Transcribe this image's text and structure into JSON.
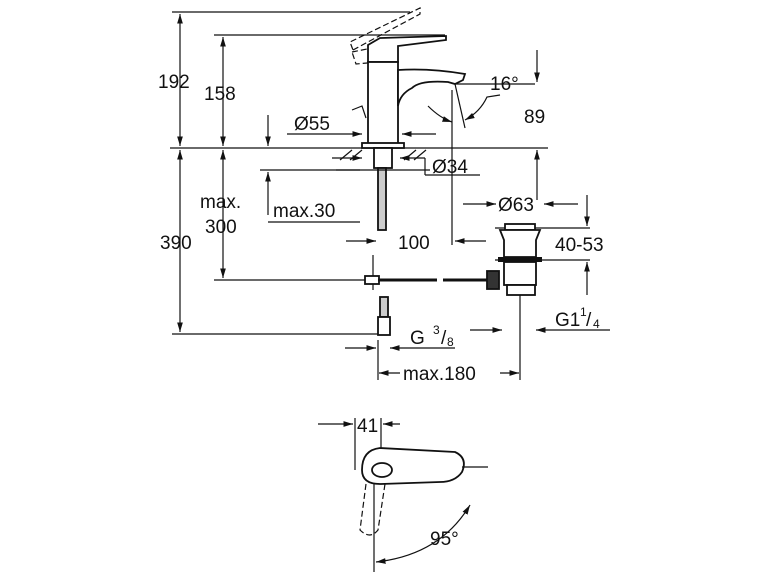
{
  "dimensions": {
    "total_height_lever_open": "192",
    "height_to_lever": "158",
    "base_diameter": "Ø55",
    "spout_angle": "16°",
    "spout_height": "89",
    "hole_diameter": "Ø34",
    "max_deck_label": "max.",
    "max_deck_value": "300",
    "max_deck_thickness": "max.30",
    "below_deck": "390",
    "spout_to_hose": "100",
    "drain_diameter": "Ø63",
    "drain_range": "40-53",
    "hose_thread": "G",
    "hose_thread_num": "3",
    "hose_thread_den": "8",
    "drain_thread": "G1",
    "drain_thread_num": "1",
    "drain_thread_den": "4",
    "max_rod": "max.180",
    "lever_width": "41",
    "lever_rotation": "95°"
  }
}
